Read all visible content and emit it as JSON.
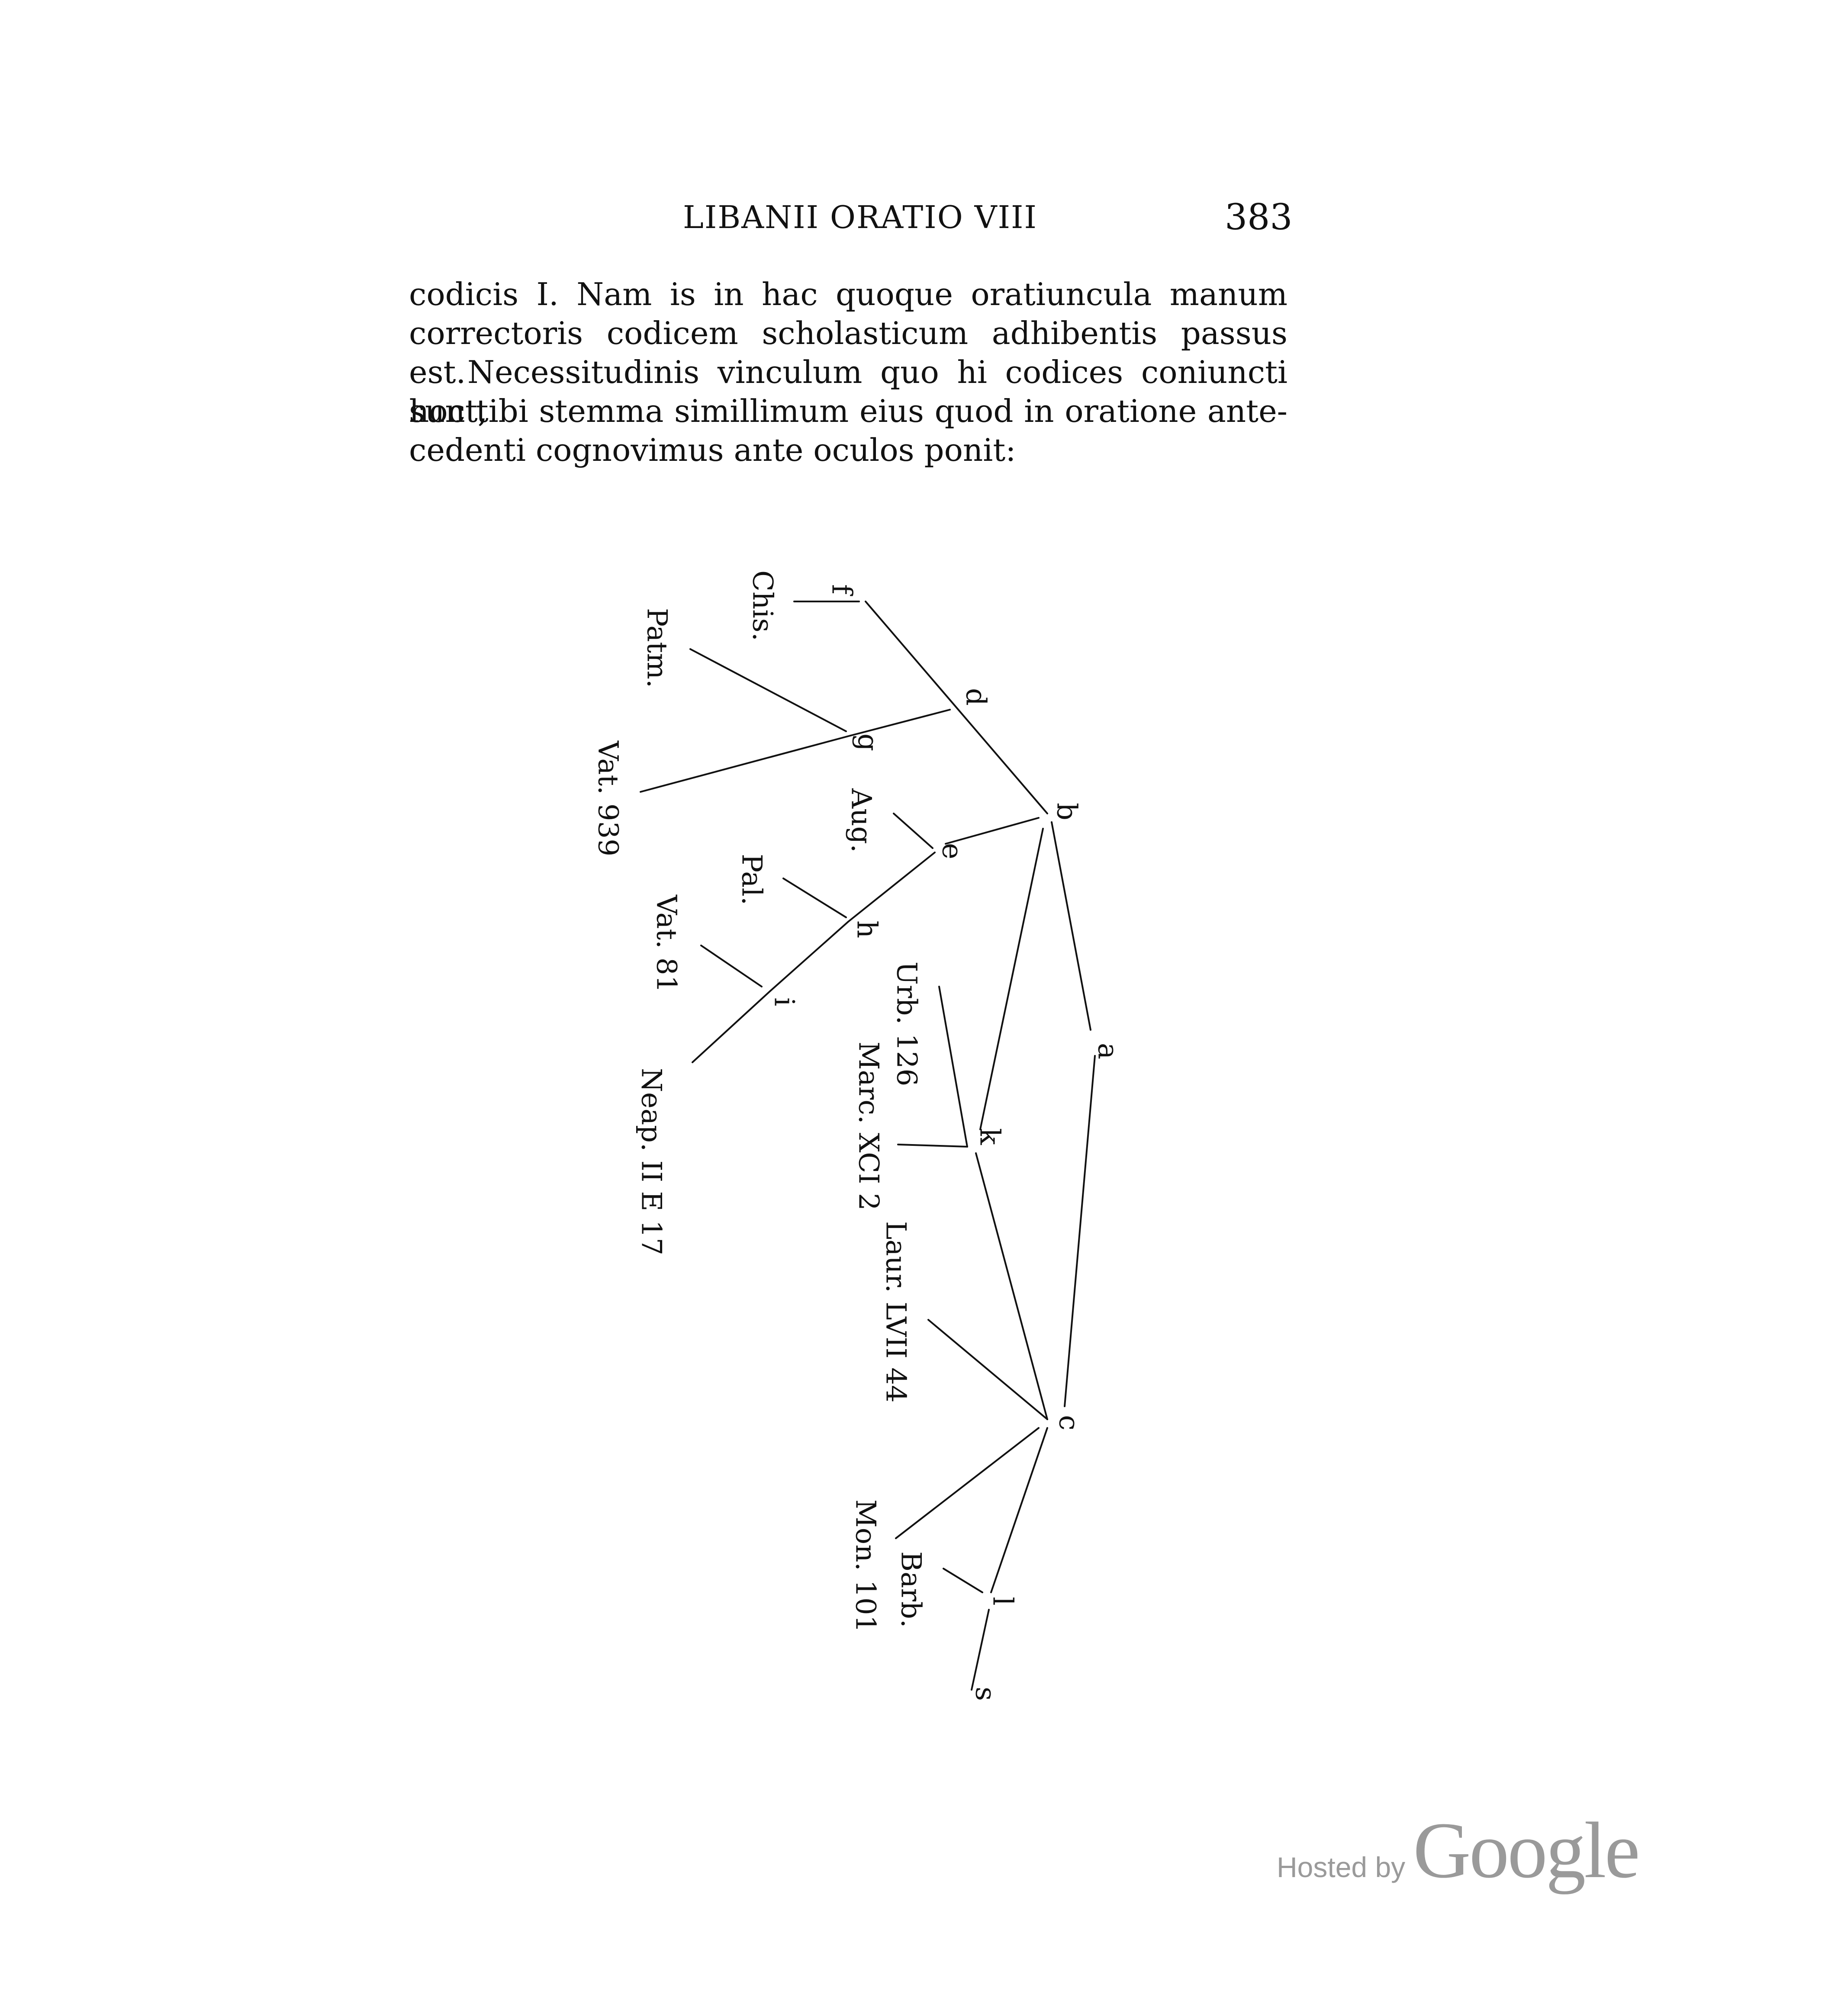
{
  "header": {
    "running_head": "LIBANII ORATIO VIII",
    "page_number": "383"
  },
  "body": {
    "lines": [
      "codicis I.  Nam is in hac quoque oratiuncula manum",
      "correctoris codicem scholasticum adhibentis passus est.",
      "Necessitudinis vinculum quo hi codices coniuncti sunt,",
      "hoc tibi stemma simillimum eius quod in oratione ante-",
      "cedenti cognovimus ante oculos ponit:"
    ]
  },
  "stemma": {
    "labels": [
      "f",
      "Chis.",
      "Patm.",
      "d",
      "g",
      "Vat. 939",
      "b",
      "Aug.",
      "e",
      "Pal.",
      "h",
      "Vat. 81",
      "i",
      "Neap. II E 17",
      "a",
      "Urb. 126",
      "k",
      "Marc. XCI 2",
      "Laur. LVII 44",
      "c",
      "Mon. 101",
      "Barb.",
      "l",
      "s"
    ]
  },
  "footer": {
    "hosted_by": "Hosted by",
    "logo": "Google"
  }
}
